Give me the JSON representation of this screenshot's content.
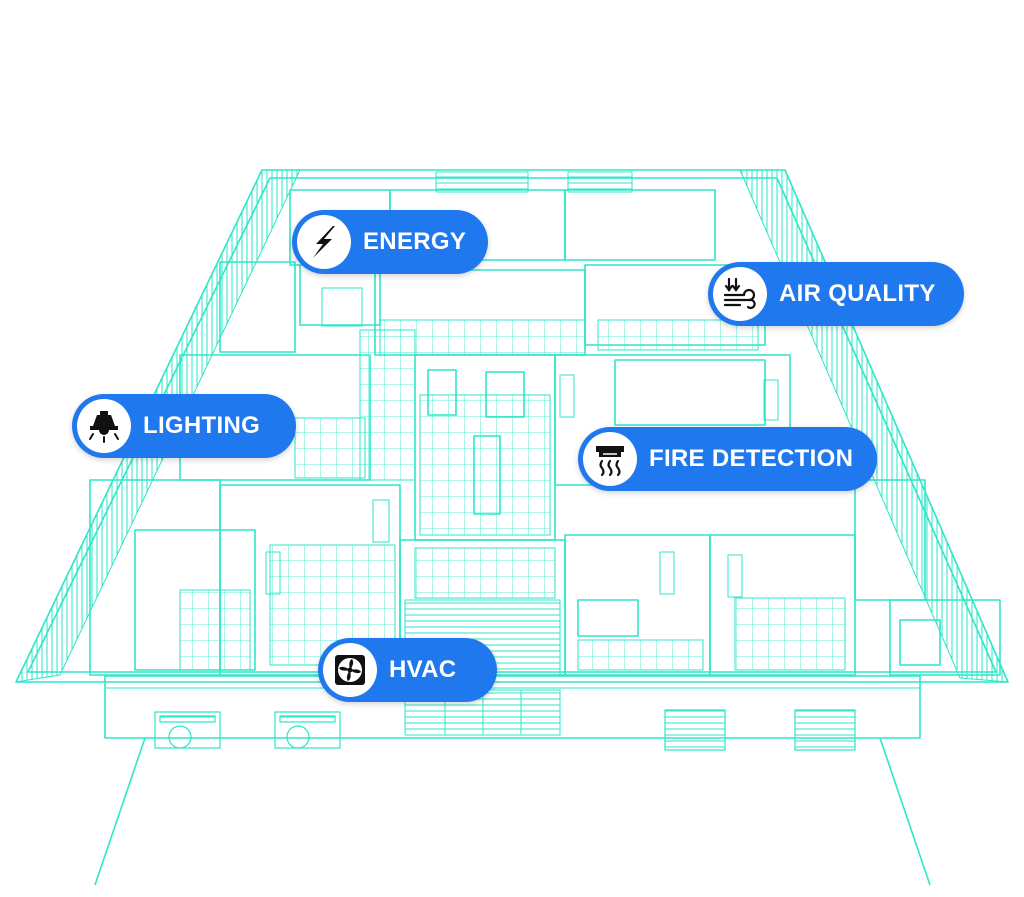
{
  "colors": {
    "line": "#2ee6c8",
    "pill": "#1f78ee",
    "icon_bg": "#ffffff",
    "icon_fg": "#111111",
    "label": "#ffffff"
  },
  "labels": {
    "energy": {
      "text": "ENERGY",
      "icon": "lightning-bolt-icon"
    },
    "air_quality": {
      "text": "AIR QUALITY",
      "icon": "air-flow-icon"
    },
    "lighting": {
      "text": "LIGHTING",
      "icon": "ceiling-lamp-icon"
    },
    "fire_detection": {
      "text": "FIRE DETECTION",
      "icon": "smoke-detector-icon"
    },
    "hvac": {
      "text": "HVAC",
      "icon": "exhaust-fan-icon"
    }
  }
}
